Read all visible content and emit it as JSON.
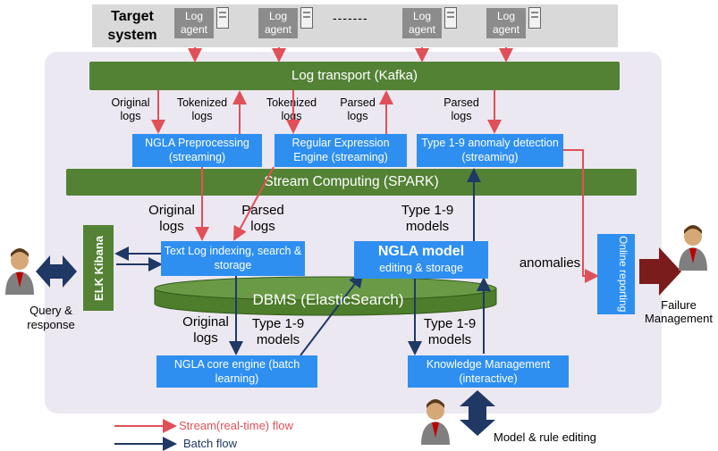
{
  "target_system": {
    "label": "Target system",
    "agents": [
      "Log agent",
      "Log agent",
      "Log agent",
      "Log agent"
    ],
    "ellipsis": "-------"
  },
  "kafka": {
    "label": "Log transport (Kafka)"
  },
  "top_labels": {
    "original_logs": "Original logs",
    "tokenized_logs_1": "Tokenized logs",
    "tokenized_logs_2": "Tokenized logs",
    "parsed_logs_1": "Parsed logs",
    "parsed_logs_2": "Parsed logs"
  },
  "streaming_boxes": {
    "preprocessing": "NGLA Preprocessing (streaming)",
    "regex": "Regular Expression Engine (streaming)",
    "anomaly": "Type 1-9 anomaly detection (streaming)"
  },
  "spark": {
    "label": "Stream Computing (SPARK)"
  },
  "mid_labels": {
    "original_logs": "Original logs",
    "parsed_logs": "Parsed logs",
    "type_models": "Type 1-9 models"
  },
  "kibana": {
    "label": "ELK Kibana"
  },
  "text_log_box": "Text Log indexing, search & storage",
  "ngla_model": {
    "title": "NGLA model",
    "subtitle": "editing & storage"
  },
  "dbms": {
    "label": "DBMS (ElasticSearch)"
  },
  "anomalies_label": "anomalies",
  "online_reporting": "Online reporting",
  "failure_management": "Failure Management",
  "query_response": "Query & response",
  "bottom_labels": {
    "original_logs": "Original logs",
    "type_models_1": "Type 1-9 models",
    "type_models_2": "Type 1-9 models"
  },
  "core_engine": "NGLA core engine (batch learning)",
  "knowledge_mgmt": "Knowledge Management (interactive)",
  "model_rule_editing": "Model & rule editing",
  "legend": {
    "stream": "Stream(real-time) flow",
    "batch": "Batch flow"
  },
  "colors": {
    "stream_arrow": "#e05058",
    "batch_arrow": "#1f3864",
    "green": "#548235",
    "blue_box": "#2e8ff0",
    "dark_red": "#7b1c1c"
  }
}
